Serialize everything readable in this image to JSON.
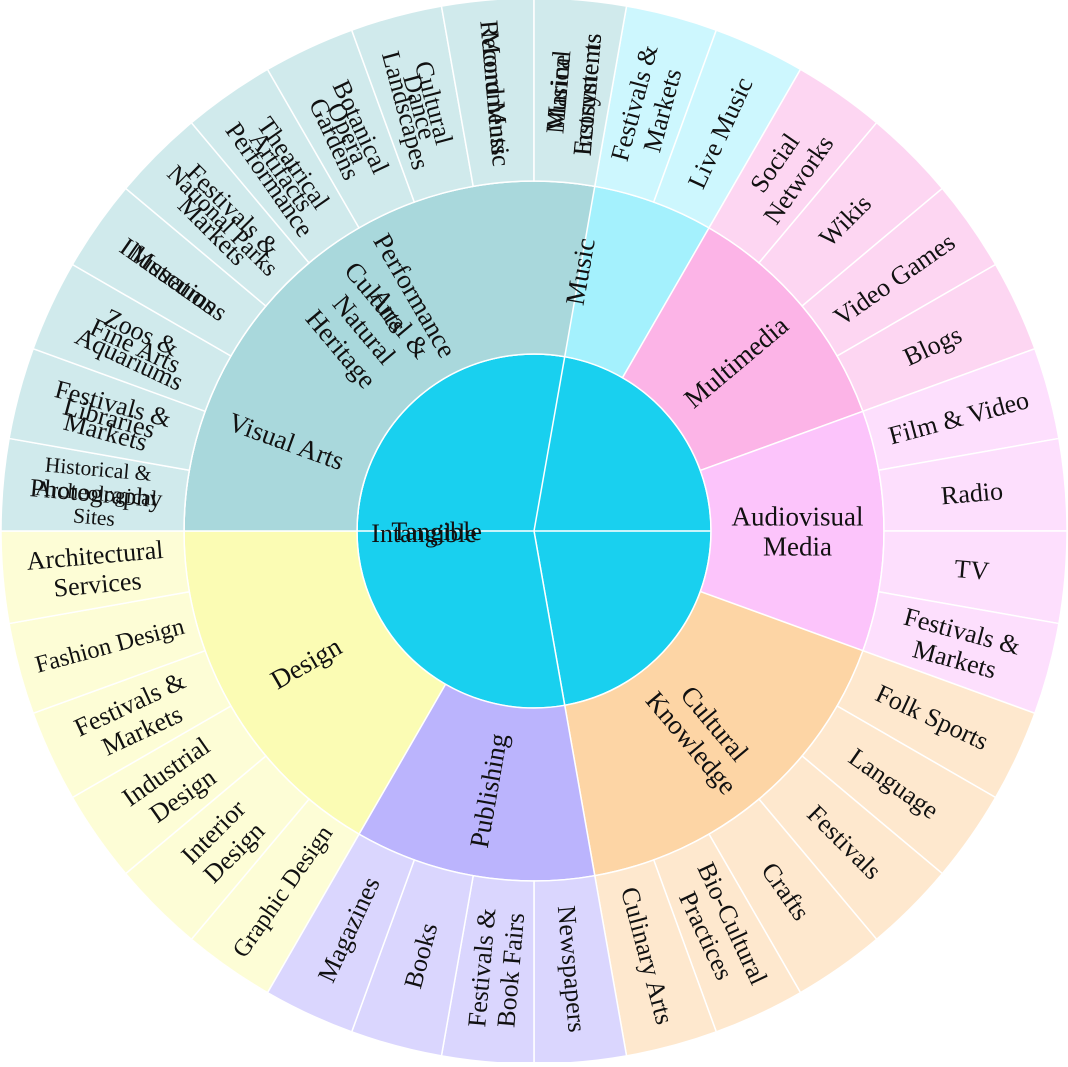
{
  "chart_data": {
    "type": "sunburst",
    "root": {
      "children": [
        {
          "name": "Intangible",
          "color": "#19d0ef",
          "children": [
            {
              "name": "Visual Arts",
              "color": "#c8fbbb",
              "children": [
                {
                  "name": "Photography",
                  "lines": [
                    "Photography"
                  ]
                },
                {
                  "name": "Festivals & Markets",
                  "lines": [
                    "Festivals &",
                    "Markets"
                  ]
                },
                {
                  "name": "Fine Arts",
                  "lines": [
                    "Fine Arts"
                  ]
                },
                {
                  "name": "Illustrations",
                  "lines": [
                    "Illustrations"
                  ]
                }
              ]
            },
            {
              "name": "Performance Arts",
              "lines": [
                "Performance",
                "Arts"
              ],
              "color": "#fea4a4",
              "children": [
                {
                  "name": "Festivals & Markets",
                  "lines": [
                    "Festivals &",
                    "Markets"
                  ]
                },
                {
                  "name": "Theatrical Performance",
                  "lines": [
                    "Theatrical",
                    "Performance"
                  ]
                },
                {
                  "name": "Opera",
                  "lines": [
                    "Opera"
                  ]
                },
                {
                  "name": "Dance",
                  "lines": [
                    "Dance"
                  ]
                }
              ]
            },
            {
              "name": "Music",
              "color": "#a4f1fd",
              "children": [
                {
                  "name": "Record Music",
                  "lines": [
                    "Record Music"
                  ]
                },
                {
                  "name": "Musical Instruments",
                  "lines": [
                    "Musical",
                    "Instruments"
                  ]
                },
                {
                  "name": "Festivals & Markets",
                  "lines": [
                    "Festivals &",
                    "Markets"
                  ]
                },
                {
                  "name": "Live Music",
                  "lines": [
                    "Live Music"
                  ]
                }
              ]
            },
            {
              "name": "Multimedia",
              "color": "#fcb4e7",
              "children": [
                {
                  "name": "Social Networks",
                  "lines": [
                    "Social",
                    "Networks"
                  ]
                },
                {
                  "name": "Wikis",
                  "lines": [
                    "Wikis"
                  ]
                },
                {
                  "name": "Video Games",
                  "lines": [
                    "Video Games"
                  ]
                },
                {
                  "name": "Blogs",
                  "lines": [
                    "Blogs"
                  ]
                }
              ]
            },
            {
              "name": "Audiovisual Media",
              "lines": [
                "Audiovisual",
                "Media"
              ],
              "color": "#fcc4fb",
              "children": [
                {
                  "name": "Film & Video",
                  "lines": [
                    "Film & Video"
                  ]
                },
                {
                  "name": "Radio",
                  "lines": [
                    "Radio"
                  ]
                },
                {
                  "name": "TV",
                  "lines": [
                    "TV"
                  ]
                },
                {
                  "name": "Festivals & Markets",
                  "lines": [
                    "Festivals &",
                    "Markets"
                  ]
                }
              ]
            },
            {
              "name": "Cultural Knowledge",
              "lines": [
                "Cultural",
                "Knowledge"
              ],
              "color": "#fdd5a5",
              "children": [
                {
                  "name": "Folk Sports",
                  "lines": [
                    "Folk Sports"
                  ]
                },
                {
                  "name": "Language",
                  "lines": [
                    "Language"
                  ]
                },
                {
                  "name": "Festivals",
                  "lines": [
                    "Festivals"
                  ]
                },
                {
                  "name": "Crafts",
                  "lines": [
                    "Crafts"
                  ]
                },
                {
                  "name": "Bio-Cultural Practices",
                  "lines": [
                    "Bio-Cultural",
                    "Practices"
                  ]
                },
                {
                  "name": "Culinary Arts",
                  "lines": [
                    "Culinary Arts"
                  ]
                }
              ]
            }
          ]
        },
        {
          "name": "Tangible",
          "color": "#19d0ef",
          "children": [
            {
              "name": "Publishing",
              "color": "#bbb4fd",
              "children": [
                {
                  "name": "Newspapers",
                  "lines": [
                    "Newspapers"
                  ]
                },
                {
                  "name": "Festivals & Book Fairs",
                  "lines": [
                    "Festivals &",
                    "Book Fairs"
                  ]
                },
                {
                  "name": "Books",
                  "lines": [
                    "Books"
                  ]
                },
                {
                  "name": "Magazines",
                  "lines": [
                    "Magazines"
                  ]
                }
              ]
            },
            {
              "name": "Design",
              "color": "#fbfcb4",
              "children": [
                {
                  "name": "Graphic Design",
                  "lines": [
                    "Graphic Design"
                  ]
                },
                {
                  "name": "Interior Design",
                  "lines": [
                    "Interior",
                    "Design"
                  ]
                },
                {
                  "name": "Industrial Design",
                  "lines": [
                    "Industrial",
                    "Design"
                  ]
                },
                {
                  "name": "Festivals & Markets",
                  "lines": [
                    "Festivals &",
                    "Markets"
                  ]
                },
                {
                  "name": "Fashion Design",
                  "lines": [
                    "Fashion Design"
                  ]
                },
                {
                  "name": "Architectural Services",
                  "lines": [
                    "Architectural",
                    "Services"
                  ]
                }
              ]
            },
            {
              "name": "Cultural & Natural Heritage",
              "lines": [
                "Cultural &",
                "Natural",
                "Heritage"
              ],
              "color": "#a9d8dc",
              "children": [
                {
                  "name": "Historical & Archeological Sites",
                  "lines": [
                    "Historical &",
                    "Archeological",
                    "Sites"
                  ]
                },
                {
                  "name": "Libraries",
                  "lines": [
                    "Libraries"
                  ]
                },
                {
                  "name": "Zoos & Aquariums",
                  "lines": [
                    "Zoos &",
                    "Aquariums"
                  ]
                },
                {
                  "name": "Museums",
                  "lines": [
                    "Museums"
                  ]
                },
                {
                  "name": "National Parks",
                  "lines": [
                    "National Parks"
                  ]
                },
                {
                  "name": "Artifacts",
                  "lines": [
                    "Artifacts"
                  ]
                },
                {
                  "name": "Botanical Gardens",
                  "lines": [
                    "Botanical",
                    "Gardens"
                  ]
                },
                {
                  "name": "Cultural Landscapes",
                  "lines": [
                    "Cultural",
                    "Landscapes"
                  ]
                },
                {
                  "name": "Monuments",
                  "lines": [
                    "Monuments"
                  ]
                },
                {
                  "name": "Marine Ecosystems",
                  "lines": [
                    "Marine",
                    "Ecosystems"
                  ]
                }
              ]
            }
          ]
        }
      ]
    }
  }
}
